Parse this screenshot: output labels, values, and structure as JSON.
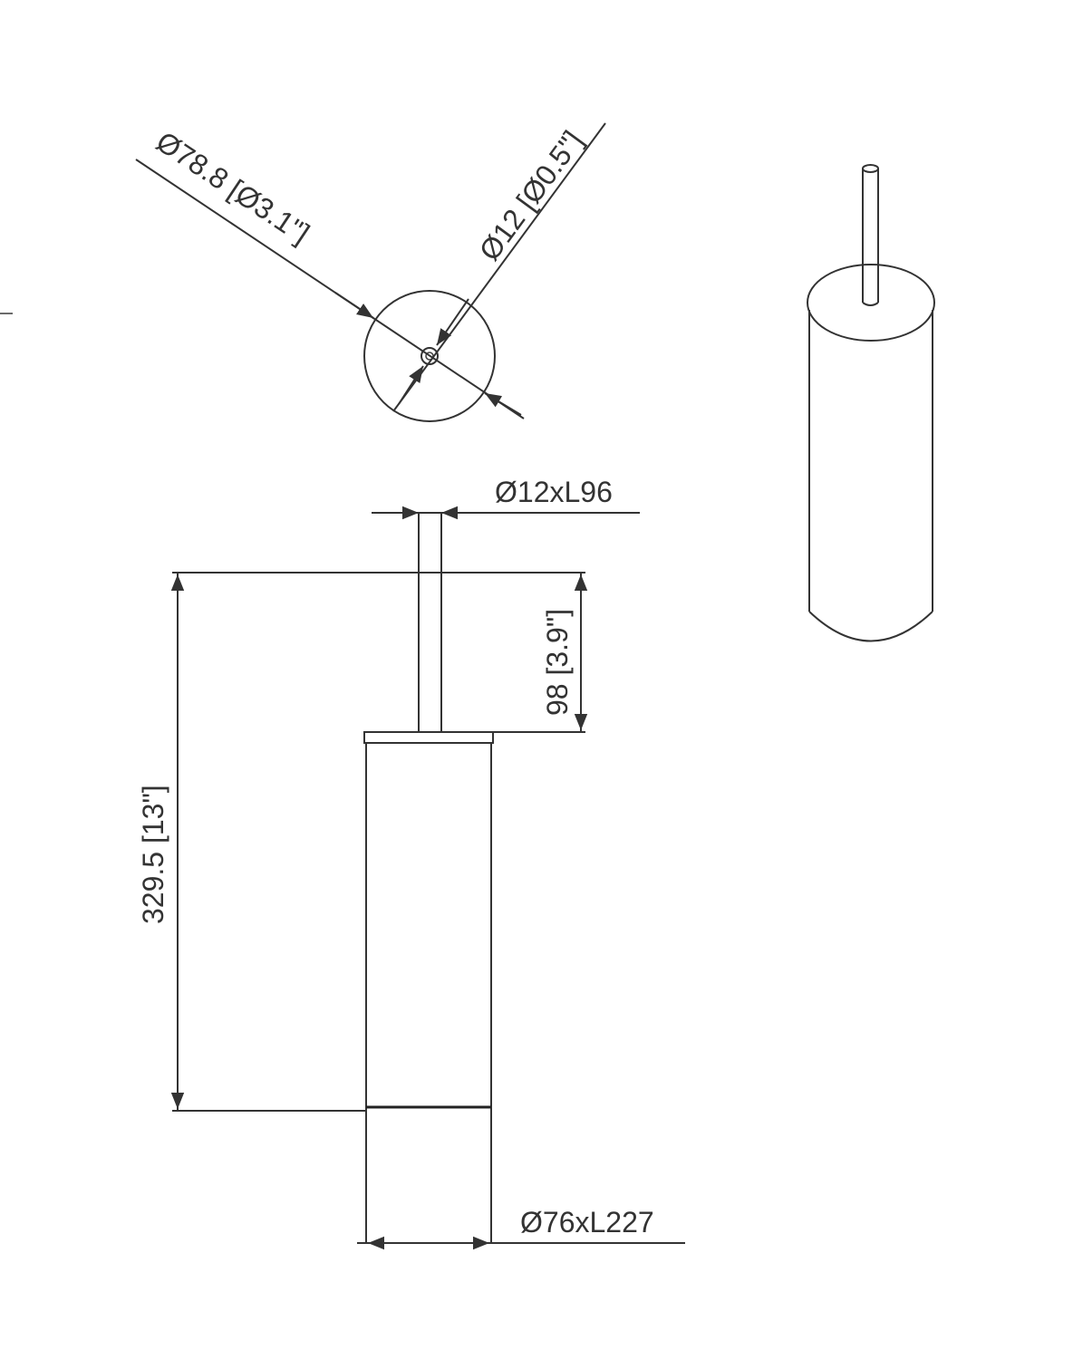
{
  "dimensions": {
    "top_outer_diameter": "Ø78.8 [Ø3.1\"]",
    "top_handle_diameter": "Ø12 [Ø0.5\"]",
    "handle_spec": "Ø12xL96",
    "handle_height": "98 [3.9\"]",
    "overall_height": "329.5 [13\"]",
    "body_spec": "Ø76xL227"
  },
  "colors": {
    "line": "#333333",
    "background": "#ffffff"
  }
}
